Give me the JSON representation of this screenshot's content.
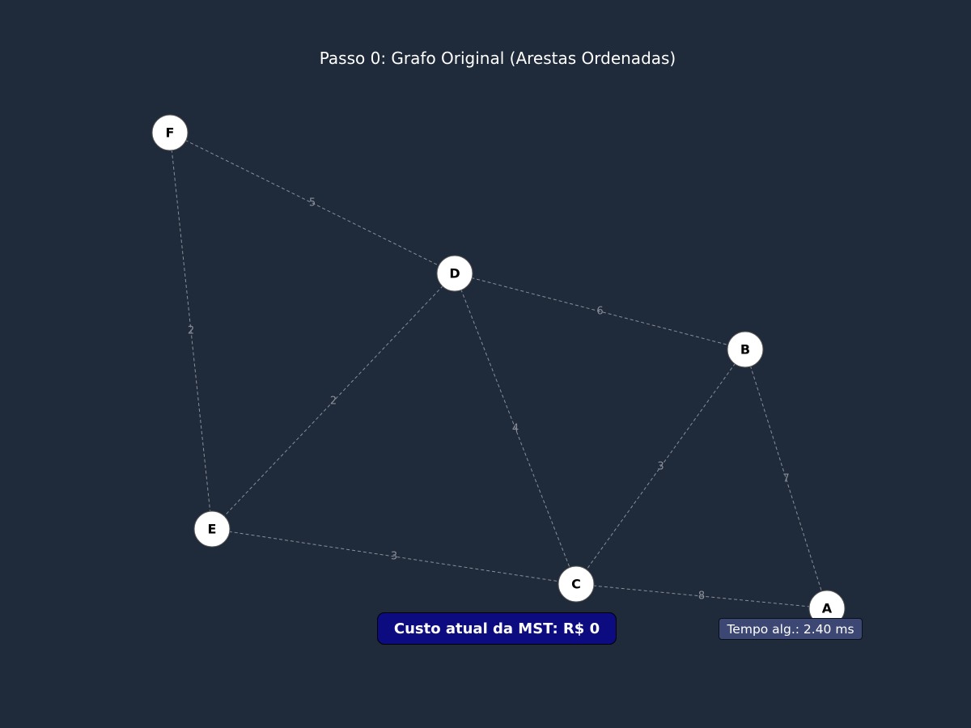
{
  "title": "Passo 0: Grafo Original (Arestas Ordenadas)",
  "cost_label": "Custo atual da MST: R$ 0",
  "time_label": "Tempo alg.: 2.40 ms",
  "colors": {
    "background": "#1f2a3a",
    "edge": "#8a8f99",
    "node_fill": "#ffffff",
    "cost_box": "#0c0b80",
    "time_box": "#3d4773"
  },
  "graph": {
    "nodes": [
      "A",
      "B",
      "C",
      "D",
      "E",
      "F"
    ],
    "edges": [
      {
        "from": "F",
        "to": "D",
        "weight": 5
      },
      {
        "from": "F",
        "to": "E",
        "weight": 2
      },
      {
        "from": "D",
        "to": "B",
        "weight": 6
      },
      {
        "from": "D",
        "to": "E",
        "weight": 2
      },
      {
        "from": "D",
        "to": "C",
        "weight": 4
      },
      {
        "from": "B",
        "to": "C",
        "weight": 3
      },
      {
        "from": "B",
        "to": "A",
        "weight": 7
      },
      {
        "from": "E",
        "to": "C",
        "weight": 3
      },
      {
        "from": "C",
        "to": "A",
        "weight": 8
      }
    ]
  }
}
